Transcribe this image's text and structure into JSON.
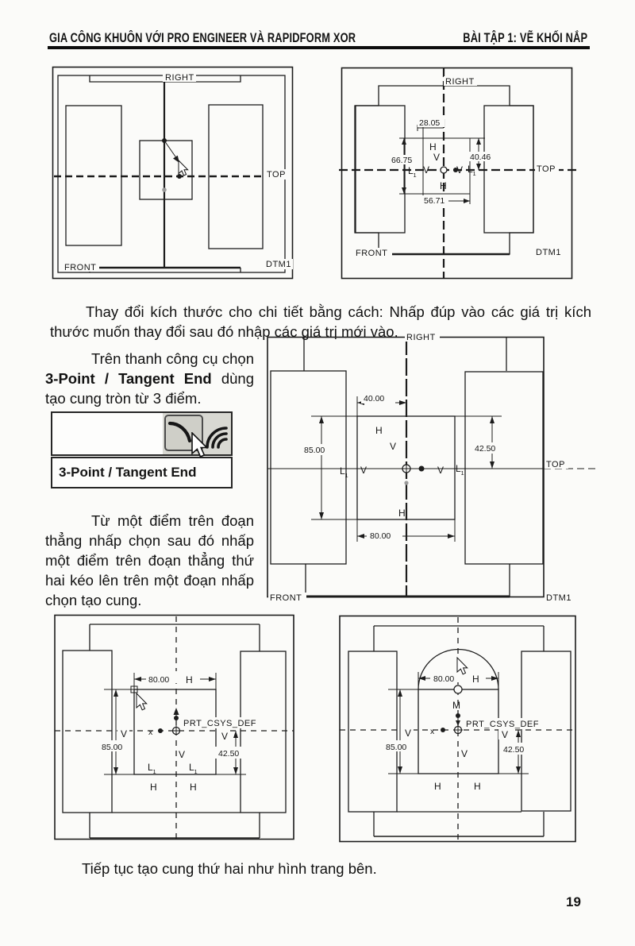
{
  "page": {
    "number": "19"
  },
  "colors": {
    "ink": "#1c1c1c",
    "paper": "#fbfbf9",
    "button_gray": "#d8d8d2"
  },
  "header": {
    "left": "GIA CÔNG KHUÔN VỚI PRO ENGINEER VÀ RAPIDFORM XOR",
    "right": "BÀI TẬP 1: VẼ KHỐI NẮP"
  },
  "paragraphs": {
    "resize": "Thay đổi kích thước cho chi tiết bằng cách: Nhấp đúp vào các giá trị kích thước muốn thay đổi sau đó nhập các giá trị mới vào.",
    "toolbar_pre": "Trên thanh công cụ chọn ",
    "toolbar_bold": "3-Point / Tangent End",
    "toolbar_post": " dùng tạo cung tròn từ 3 điểm.",
    "arc_steps": "Từ một điểm trên đoạn thẳng nhấp chọn sau đó nhấp một điểm trên đoạn thẳng thứ hai kéo lên trên một đoạn nhấp chọn tạo cung.",
    "caption": "Tiếp tục tạo cung thứ hai như hình trang bên."
  },
  "toolbar": {
    "tooltip": "3-Point / Tangent End"
  },
  "marks": {
    "h": "H",
    "v": "V",
    "l": "L",
    "sub": "1",
    "x": "x",
    "m": "M"
  },
  "drawings": {
    "d1": {
      "plane_right": "RIGHT",
      "plane_top": "TOP",
      "plane_front": "FRONT",
      "datum": "DTM1"
    },
    "d2": {
      "plane_right": "RIGHT",
      "plane_top": "TOP",
      "plane_front": "FRONT",
      "datum": "DTM1",
      "dim_top": "28.05",
      "dim_left": "66.75",
      "dim_right": "40.46",
      "dim_bottom": "56.71"
    },
    "d3": {
      "plane_right": "RIGHT",
      "plane_top": "TOP",
      "plane_front": "FRONT",
      "datum": "DTM1",
      "dim_top": "40.00",
      "dim_left": "85.00",
      "dim_right": "42.50",
      "dim_bottom": "80.00"
    },
    "d4": {
      "dim_top": "80.00",
      "dim_left": "85.00",
      "dim_right": "42.50",
      "csys": "PRT_CSYS_DEF"
    },
    "d5": {
      "dim_top": "80.00",
      "dim_left": "85.00",
      "dim_right": "42.50",
      "csys": "PRT_CSYS_DEF"
    }
  }
}
